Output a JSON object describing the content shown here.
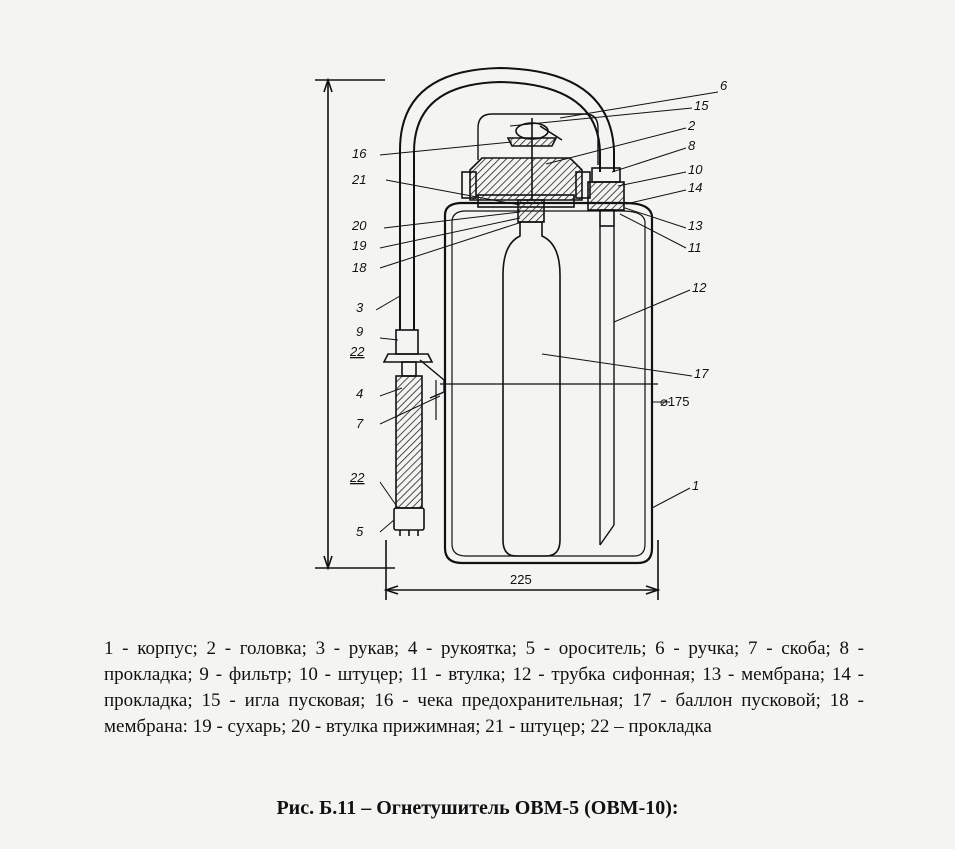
{
  "figure": {
    "callouts": {
      "c6": "6",
      "c15": "15",
      "c2": "2",
      "c16": "16",
      "c8": "8",
      "c10": "10",
      "c21": "21",
      "c14": "14",
      "c20": "20",
      "c13": "13",
      "c19": "19",
      "c11": "11",
      "c18": "18",
      "c12": "12",
      "c3": "3",
      "c9": "9",
      "c22a": "22",
      "c17": "17",
      "c4": "4",
      "c7": "7",
      "c22b": "22",
      "c1": "1",
      "c5": "5"
    },
    "dim_diameter": "⌀175",
    "dim_width": "225",
    "stroke_color": "#111111"
  },
  "legend_text": "1 - корпус; 2 - головка; 3 - рукав; 4 - рукоятка; 5 - ороситель; 6 - ручка; 7 - скоба; 8 - прокладка; 9 - фильтр; 10 - штуцер; 11 - втулка; 12 - трубка сифонная; 13 - мембрана; 14 - прокладка; 15 - игла пусковая; 16 - чека предохранительная; 17 - баллон пусковой; 18 - мембрана: 19 - сухарь; 20 - втулка прижимная; 21 - штуцер; 22 – прокладка",
  "caption": "Рис. Б.11 – Огнетушитель ОВМ-5 (ОВМ-10):"
}
